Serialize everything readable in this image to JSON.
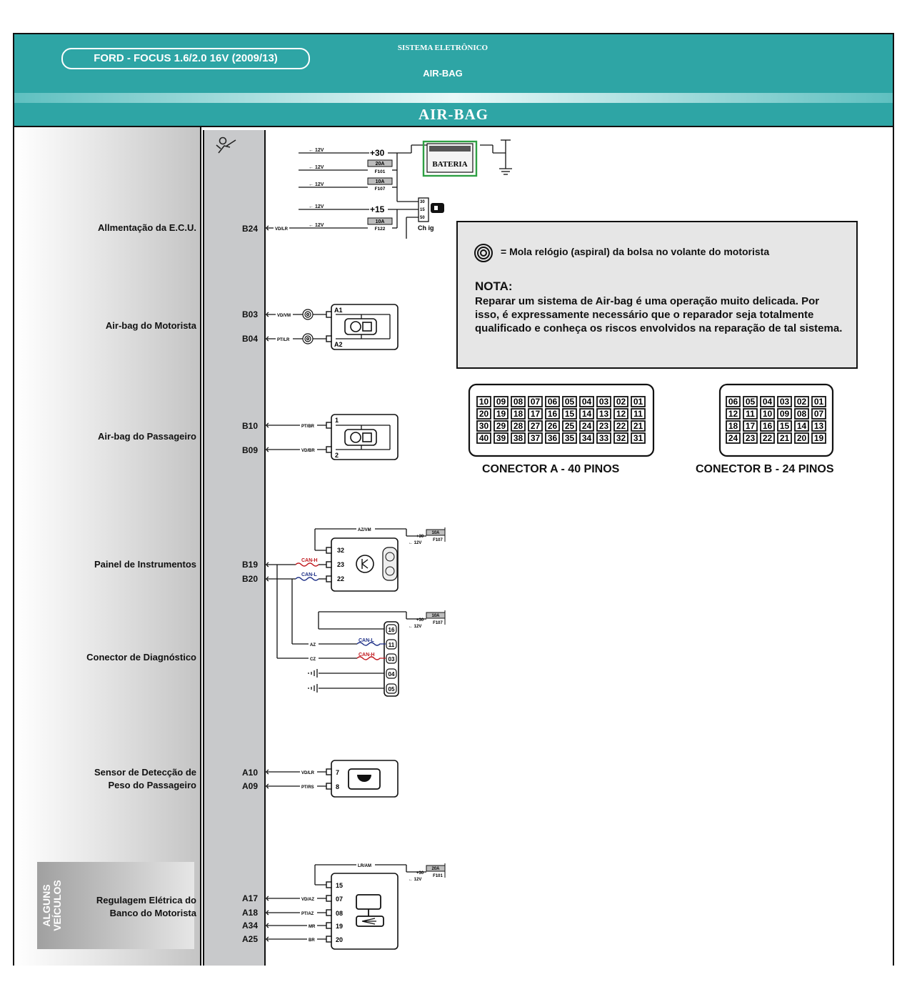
{
  "header": {
    "vehicle": "FORD - FOCUS 1.6/2.0 16V (2009/13)",
    "system": "SISTEMA ELETRÔNICO",
    "subtitle": "AIR-BAG",
    "title": "AIR-BAG"
  },
  "sections": [
    {
      "label": "Allmentação da E.C.U.",
      "pins": [
        "B24"
      ]
    },
    {
      "label": "Air-bag do Motorista",
      "pins": [
        "B03",
        "B04"
      ]
    },
    {
      "label": "Air-bag do Passageiro",
      "pins": [
        "B10",
        "B09"
      ]
    },
    {
      "label": "Painel de Instrumentos",
      "pins": [
        "B19",
        "B20"
      ]
    },
    {
      "label": "Conector de Diagnóstico",
      "pins": []
    },
    {
      "label": "Sensor de Detecção de Peso do Passageiro",
      "label_lines": [
        "Sensor de Detecção de",
        "Peso do Passageiro"
      ],
      "pins": [
        "A10",
        "A09"
      ]
    },
    {
      "label": "Regulagem Elétrica do Banco do Motorista",
      "label_lines": [
        "Regulagem Elétrica do",
        "Banco do Motorista"
      ],
      "pins": [
        "A17",
        "A18",
        "A34",
        "A25"
      ]
    }
  ],
  "side_tag": [
    "ALGUNS",
    "VEÍCULOS"
  ],
  "power": {
    "battery": "BATERIA",
    "rail_30": "+30",
    "rail_15": "+15",
    "v12": "12V",
    "ignition": "Ch ig",
    "ignition_pins": [
      "30",
      "15",
      "50"
    ],
    "fuses": [
      {
        "amp": "20A",
        "id": "F101"
      },
      {
        "amp": "10A",
        "id": "F107"
      },
      {
        "amp": "10A",
        "id": "F122"
      }
    ]
  },
  "wires": {
    "b24": "VD/LR",
    "driver": [
      "VD/VM",
      "PT/LR"
    ],
    "driver_pins": [
      "A1",
      "A2"
    ],
    "passenger": [
      "PT/BR",
      "VD/BR"
    ],
    "passenger_pins": [
      "1",
      "2"
    ],
    "panel_top": "AZ/VM",
    "panel_pins": [
      "32",
      "23",
      "22"
    ],
    "can_h": "CAN-H",
    "can_l": "CAN-L",
    "diag_wires": [
      "AZ",
      "CZ"
    ],
    "diag_pins": [
      "16",
      "11",
      "03",
      "04",
      "05"
    ],
    "sensor": [
      "VD/LR",
      "PT/RS"
    ],
    "sensor_pins": [
      "7",
      "8"
    ],
    "seat_top": "LR/AM",
    "seat": [
      "VD/AZ",
      "PT/AZ",
      "MR",
      "BR"
    ],
    "seat_pins": [
      "15",
      "07",
      "08",
      "19",
      "20"
    ],
    "fuse_10a": "10A",
    "fuse_f107": "F107",
    "fuse_20a": "20A",
    "fuse_f101": "F101"
  },
  "note": {
    "mola": "= Mola relógio (aspiral) da bolsa no volante do motorista",
    "heading": "NOTA:",
    "body": "Reparar um sistema de Air-bag é uma operação muito delicada. Por isso, é expressamente necessário que o reparador seja totalmente qualificado e conheça os riscos envolvidos na reparação de tal sistema."
  },
  "connector_a": {
    "label": "CONECTOR A - 40 PINOS",
    "rows": [
      [
        "10",
        "09",
        "08",
        "07",
        "06",
        "05",
        "04",
        "03",
        "02",
        "01"
      ],
      [
        "20",
        "19",
        "18",
        "17",
        "16",
        "15",
        "14",
        "13",
        "12",
        "11"
      ],
      [
        "30",
        "29",
        "28",
        "27",
        "26",
        "25",
        "24",
        "23",
        "22",
        "21"
      ],
      [
        "40",
        "39",
        "38",
        "37",
        "36",
        "35",
        "34",
        "33",
        "32",
        "31"
      ]
    ]
  },
  "connector_b": {
    "label": "CONECTOR B - 24 PINOS",
    "rows": [
      [
        "06",
        "05",
        "04",
        "03",
        "02",
        "01"
      ],
      [
        "12",
        "11",
        "10",
        "09",
        "08",
        "07"
      ],
      [
        "18",
        "17",
        "16",
        "15",
        "14",
        "13"
      ],
      [
        "24",
        "23",
        "22",
        "21",
        "20",
        "19"
      ]
    ]
  },
  "colors": {
    "header_teal": "#2ea5a5",
    "can_h": "#c0161c",
    "can_l": "#1c2e86",
    "battery_frame": "#2ea043"
  }
}
